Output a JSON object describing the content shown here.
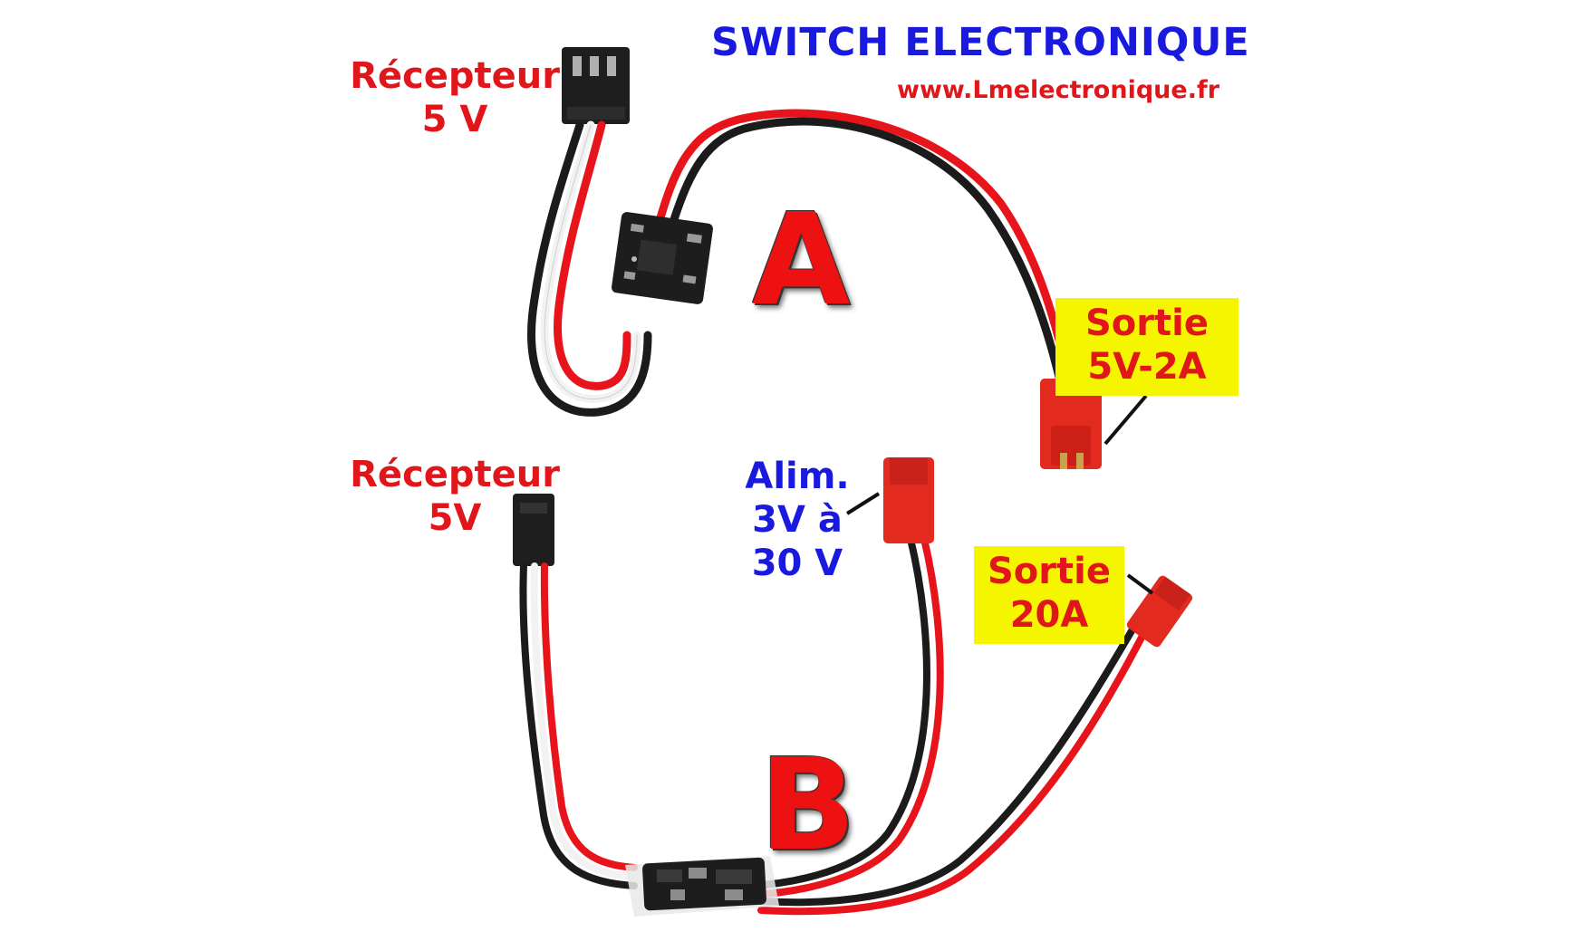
{
  "header": {
    "title": "SWITCH ELECTRONIQUE",
    "url": "www.Lmelectronique.fr"
  },
  "module_a": {
    "letter": "A",
    "receiver_label_line1": "Récepteur",
    "receiver_label_line2": "5 V",
    "output_label_line1": "Sortie",
    "output_label_line2": "5V-2A"
  },
  "module_b": {
    "letter": "B",
    "receiver_label_line1": "Récepteur",
    "receiver_label_line2": "5V",
    "supply_label_line1": "Alim.",
    "supply_label_line2": "3V à",
    "supply_label_line3": "30 V",
    "output_label_line1": "Sortie",
    "output_label_line2": "20A"
  },
  "colors": {
    "title_blue": "#1a1adf",
    "label_red": "#e0161b",
    "highlight_yellow": "#f5f500",
    "wire_red": "#e8141b",
    "wire_black": "#1b1b1b"
  }
}
